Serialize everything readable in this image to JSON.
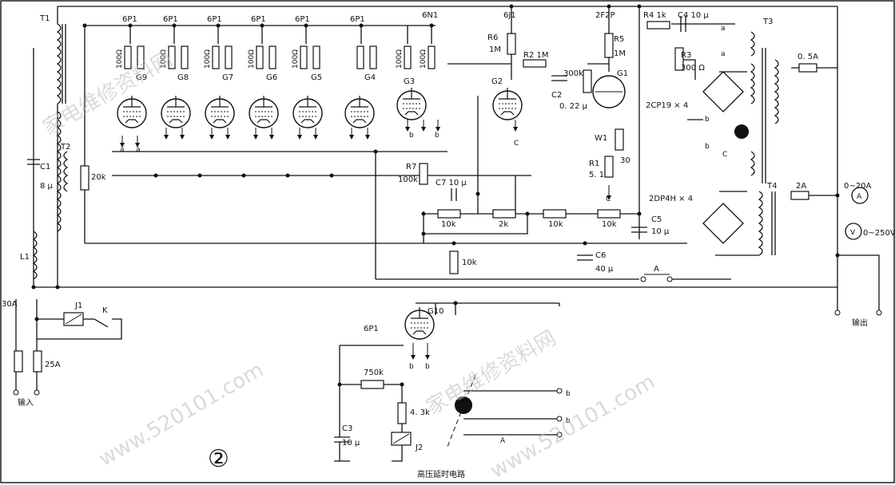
{
  "labels": {
    "tube_6p1_a": "6P1",
    "tube_6p1_b": "6P1",
    "tube_6p1_c": "6P1",
    "tube_6p1_d": "6P1",
    "tube_6p1_e": "6P1",
    "tube_6p1_f": "6P1",
    "tube_6n1": "6N1",
    "tube_6j1": "6J1",
    "tube_2f2p": "2F2P",
    "g9": "G9",
    "g8": "G8",
    "g7": "G7",
    "g6": "G6",
    "g5": "G5",
    "g4": "G4",
    "g3": "G3",
    "g2": "G2",
    "g1": "G1",
    "g10": "G10",
    "g10_type": "6P1",
    "r100": "100Ω",
    "t1": "T1",
    "t2": "T2",
    "t3": "T3",
    "t4": "T4",
    "c1": "C1",
    "c1_val": "8 μ",
    "l1": "L1",
    "r20k": "20k",
    "r6": "R6",
    "r6_val": "1M",
    "r2": "R2  1M",
    "r5": "R5",
    "r5_val": "1M",
    "r4": "R4  1k",
    "c4": "C4  10 μ",
    "r3": "R3",
    "r3_val": "300 Ω",
    "r300k": "300k",
    "c2": "C2",
    "c2_val": "0. 22 μ",
    "w1": "W1",
    "w1_val": "30",
    "r1": "R1",
    "r1_val": "5. 1",
    "r7": "R7",
    "r7_val": "100k",
    "c7": "C7  10 μ",
    "r10k_1": "10k",
    "r2k": "2k",
    "r10k_2": "10k",
    "r10k_3": "10k",
    "c5": "C5",
    "c5_val": "10 μ",
    "r10k_4": "10k",
    "c6": "C6",
    "c6_val": "40 μ",
    "sw_a": "A",
    "rect_2cp19": "2CP19 × 4",
    "rect_2dp4h": "2DP4H × 4",
    "fuse_05a": "0. 5A",
    "fuse_2a": "2A",
    "ammeter_range": "0~20A",
    "ammeter": "A",
    "voltmeter_range": "0~250V",
    "voltmeter": "V",
    "output": "输出",
    "fuse_30a": "30A",
    "j1": "J1",
    "k": "K",
    "fuse_25a": "25A",
    "input": "输入",
    "r750k": "750k",
    "r43k": "4. 3k",
    "c3": "C3",
    "c3_val": "10 μ",
    "j2": "J2",
    "caption": "高压延时电路",
    "figure_number": "②",
    "node_a": "a",
    "node_b": "b",
    "node_c": "C",
    "watermark": "家电维修资料网",
    "watermark_url": "www.520101.com"
  }
}
